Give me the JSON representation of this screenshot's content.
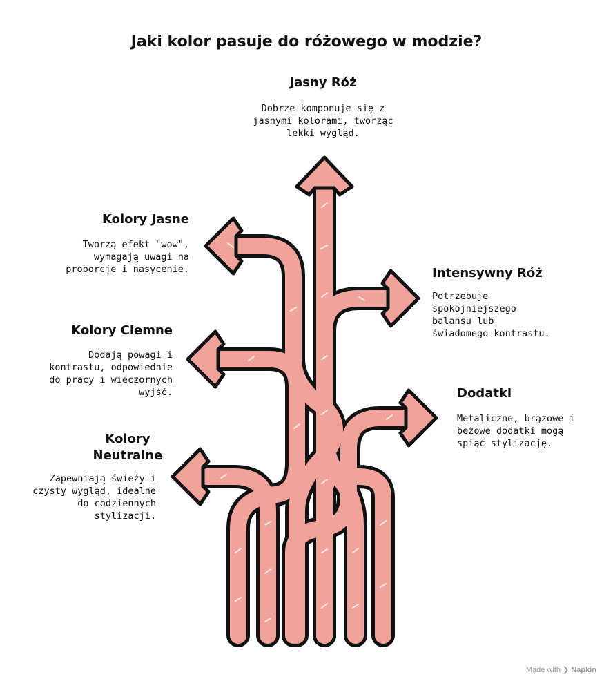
{
  "title": "Jaki kolor pasuje do różowego w modzie?",
  "colors": {
    "arrow_fill": "#f0a39b",
    "stroke": "#111111",
    "text": "#111111",
    "footer": "#9a9a9a"
  },
  "branches": [
    {
      "id": "jasny-roz",
      "heading": "Jasny Róż",
      "description": "Dobrze komponuje się z\njasnymi kolorami, tworząc\nlekki wygląd."
    },
    {
      "id": "kolory-jasne",
      "heading": "Kolory Jasne",
      "description": "Tworzą efekt \"wow\",\nwymagają uwagi na\nproporcje i nasycenie."
    },
    {
      "id": "intensywny-roz",
      "heading": "Intensywny Róż",
      "description": "Potrzebuje\nspokojniejszego\nbalansu lub\nświadomego kontrastu."
    },
    {
      "id": "kolory-ciemne",
      "heading": "Kolory Ciemne",
      "description": "Dodają powagi i\nkontrastu, odpowiednie\ndo pracy i wieczornych\nwyjść."
    },
    {
      "id": "dodatki",
      "heading": "Dodatki",
      "description": "Metaliczne, brązowe i\nbeżowe dodatki mogą\nspiąć stylizację."
    },
    {
      "id": "kolory-neutralne",
      "heading": "Kolory\nNeutralne",
      "description": "Zapewniają świeży i\nczysty wygląd, idealne\ndo codziennych\nstylizacji."
    }
  ],
  "footer": {
    "prefix": "Made with",
    "brand": "Napkin",
    "icon": "napkin-logo-icon"
  }
}
